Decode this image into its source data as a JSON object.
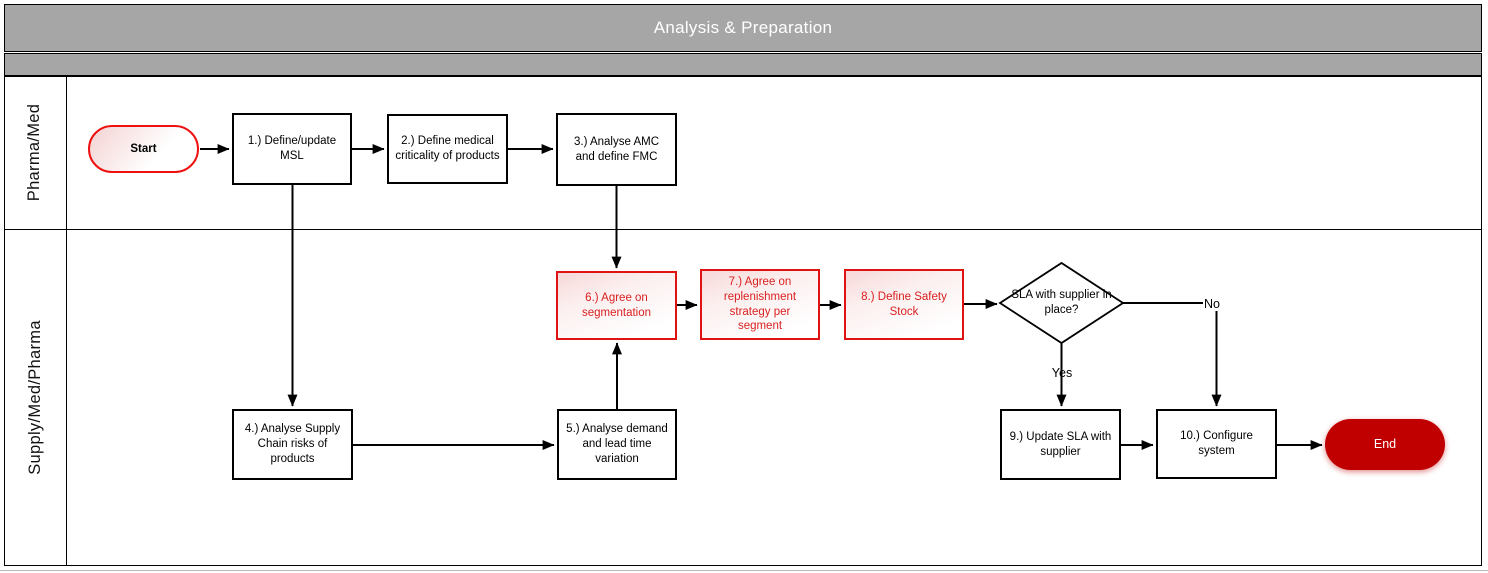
{
  "title": "Analysis & Preparation",
  "lanes": [
    {
      "label": "Pharma/Med"
    },
    {
      "label": "Supply/Med/Pharma"
    }
  ],
  "nodes": {
    "start": "Start",
    "step1": "1.) Define/update MSL",
    "step2": "2.) Define medical criticality of products",
    "step3": "3.) Analyse AMC and define FMC",
    "step4": "4.) Analyse Supply Chain risks of products",
    "step5": "5.) Analyse demand and lead time variation",
    "step6": "6.) Agree on segmentation",
    "step7": "7.) Agree on replenishment strategy per segment",
    "step8": "8.) Define Safety Stock",
    "decision": "SLA with supplier in place?",
    "step9": "9.) Update  SLA with supplier",
    "step10": "10.) Configure system",
    "end": "End"
  },
  "edge_labels": {
    "yes": "Yes",
    "no": "No"
  },
  "colors": {
    "header_gray": "#A6A6A6",
    "red_accent": "#E01313",
    "end_fill": "#C00000",
    "start_border": "#EE1111",
    "connector": "#000000"
  }
}
